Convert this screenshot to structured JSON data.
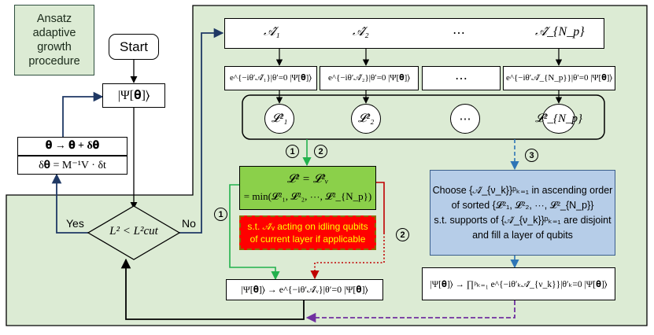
{
  "title_box": [
    "Ansatz",
    "adaptive",
    "growth",
    "procedure"
  ],
  "start": "Start",
  "psi_state": "|Ψ[𝛉]⟩",
  "update_theta": "𝛉 → 𝛉 + δ𝛉",
  "delta_theta": "δ𝛉 = M⁻¹V · δt",
  "decision": "L² < L²cut",
  "yes": "Yes",
  "no": "No",
  "operators": [
    "𝒜̂₁",
    "𝒜̂₂",
    "⋯",
    "𝒜̂_{N_p}"
  ],
  "gradients": [
    "e^{−iθ′𝒜̂₁}|θ′=0 |Ψ[𝛉]⟩",
    "e^{−iθ′𝒜̂₂}|θ′=0 |Ψ[𝛉]⟩",
    "⋯",
    "e^{−iθ′𝒜̂_{N_p}}|θ′=0 |Ψ[𝛉]⟩"
  ],
  "losses": [
    "𝓛²₁",
    "𝓛²₂",
    "⋯",
    "𝓛²_{N_p}"
  ],
  "min_box": [
    "𝓛² = 𝓛²ᵥ",
    "= min(𝓛²₁, 𝓛²₂, ⋯, 𝓛²_{N_p})"
  ],
  "idle_box": [
    "s.t. 𝒜̂ᵥ acting on idling qubits",
    "of current layer if applicable"
  ],
  "update_single": "|Ψ[𝛉]⟩ → e^{−iθ′𝒜̂ᵥ}|θ′=0 |Ψ[𝛉]⟩",
  "blue_box": [
    "Choose {𝒜̂_{ν_k}}ᵖₖ₌₁ in ascending order",
    "of sorted {𝓛²₁, 𝓛²₂, ⋯, 𝓛²_{N_p}}",
    "s.t. supports of {𝒜̂_{ν_k}}ᵖₖ₌₁ are disjoint",
    "and fill a layer of qubits"
  ],
  "update_layer": "|Ψ[𝛉]⟩ → ∏ᵖₖ₌₁ e^{−iθ′ₖ𝒜̂_{ν_k}}|θ′ₖ=0 |Ψ[𝛉]⟩",
  "step_numbers": [
    "1",
    "2",
    "1",
    "2",
    "3"
  ],
  "colors": {
    "panel": "#dcebd4",
    "green": "#8bd04a",
    "red": "#ff0000",
    "yellow": "#ffff00",
    "blue": "#b6cde8",
    "arrow_dark": "#1f3864",
    "arrow_green": "#22b14c",
    "arrow_red": "#c00000",
    "arrow_blue": "#2e75b6",
    "arrow_purple": "#7030a0"
  }
}
